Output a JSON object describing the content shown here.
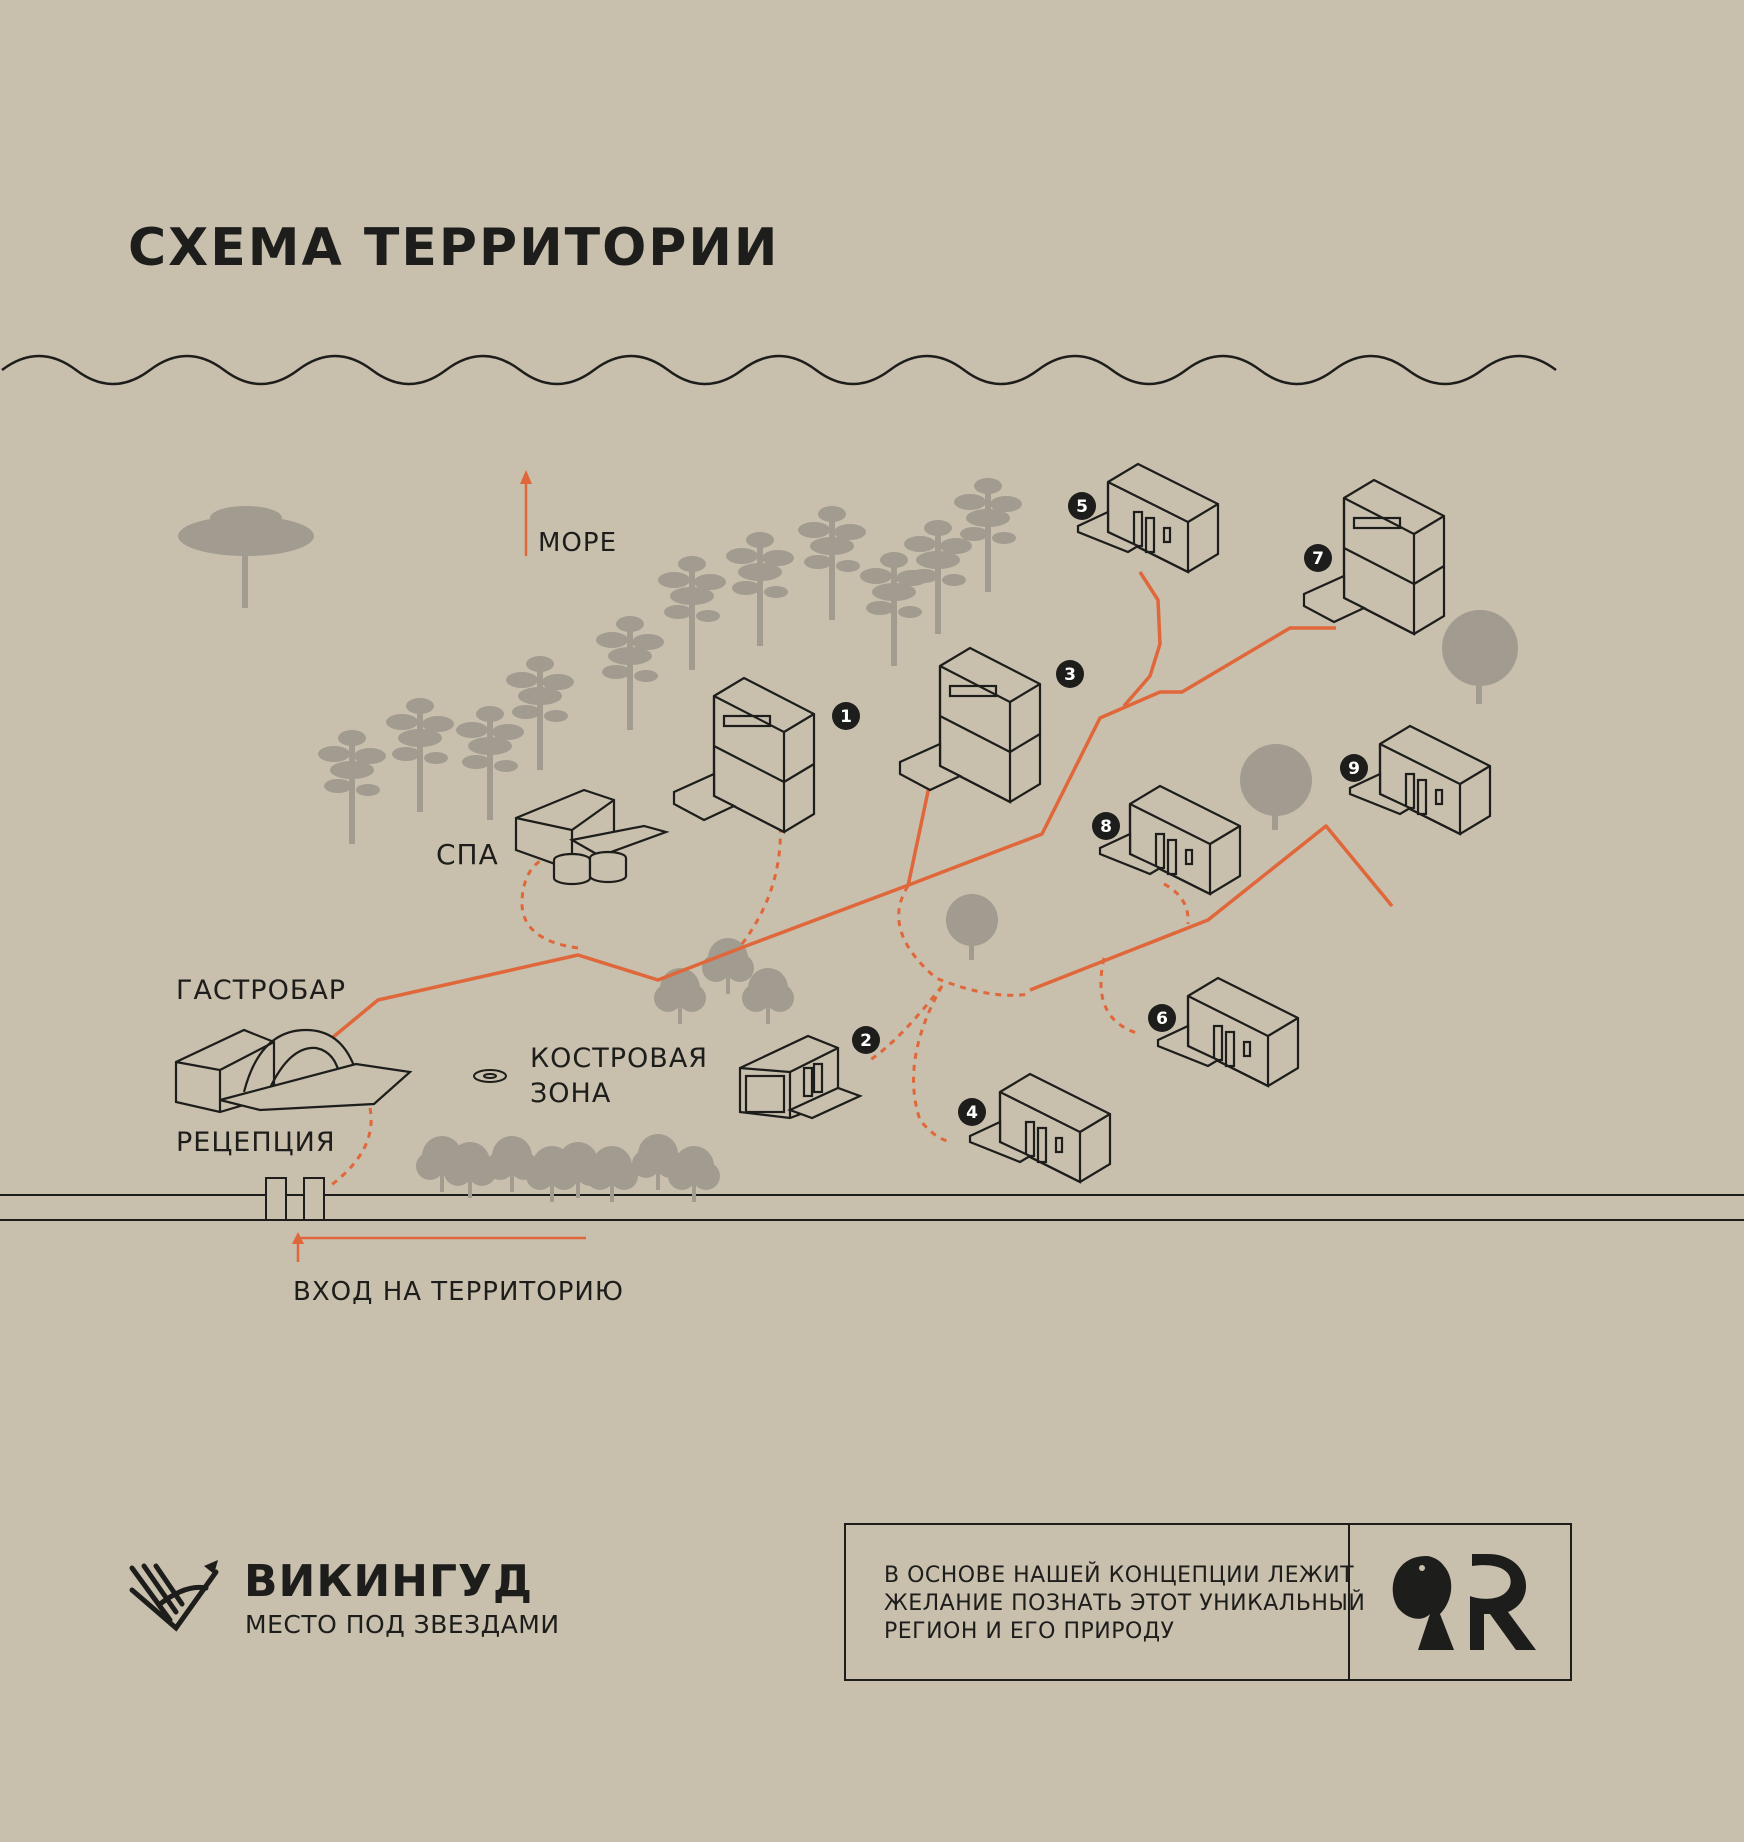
{
  "title": "СХЕМА ТЕРРИТОРИИ",
  "labels": {
    "sea": "МОРЕ",
    "spa": "СПА",
    "gastrobar": "ГАСТРОБАР",
    "fire_zone_line1": "КОСТРОВАЯ",
    "fire_zone_line2": "ЗОНА",
    "reception": "РЕЦЕПЦИЯ",
    "entrance": "ВХОД НА ТЕРРИТОРИЮ"
  },
  "houses": [
    "1",
    "2",
    "3",
    "4",
    "5",
    "6",
    "7",
    "8",
    "9"
  ],
  "brand": {
    "name": "ВИКИНГУД",
    "tagline": "МЕСТО ПОД ЗВЕЗДАМИ"
  },
  "info": {
    "line1": "В ОСНОВЕ НАШЕЙ КОНЦЕПЦИИ ЛЕЖИТ",
    "line2": "ЖЕЛАНИЕ ПОЗНАТЬ ЭТОТ УНИКАЛЬНЫЙ",
    "line3": "РЕГИОН И ЕГО ПРИРОДУ"
  },
  "colors": {
    "background": "#c8bfad",
    "path": "#e0673a",
    "line": "#1d1d1b",
    "tree": "#a19b90"
  }
}
